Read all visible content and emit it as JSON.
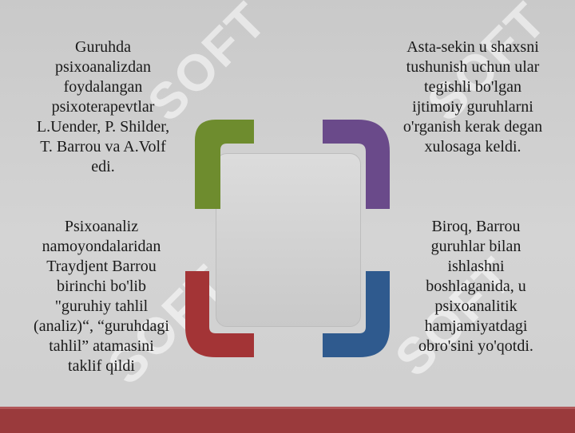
{
  "watermark": {
    "text": "SOFT"
  },
  "blocks": {
    "top_left": [
      "Guruhda",
      "psixoanalizdan",
      "foydalangan",
      "psixoterapevtlar",
      "L.Uender, P. Shilder,",
      "T. Barrou va A.Volf",
      "edi."
    ],
    "top_right": [
      "Asta-sekin u shaxsni",
      "tushunish uchun ular",
      "tegishli bo'lgan",
      "ijtimoiy guruhlarni",
      "o'rganish kerak degan",
      "xulosaga keldi."
    ],
    "bottom_left": [
      "Psixoanaliz",
      "namoyondalaridan",
      "Traydjent Barrou",
      "birinchi bo'lib",
      "\"guruhiy tahlil",
      "(analiz)“, “guruhdagi",
      "tahlil” atamasini",
      "taklif qildi"
    ],
    "bottom_right": [
      "Biroq, Barrou",
      "guruhlar bilan",
      "ishlashni",
      "boshlaganida, u",
      "psixoanalitik",
      "hamjamiyatdagi",
      "obro'sini yo'qotdi."
    ]
  },
  "colors": {
    "green": "#6e8c2e",
    "purple": "#6a4a8a",
    "red": "#a33436",
    "blue": "#2f5a8e",
    "bottom_bar": "#9a3a3c"
  }
}
